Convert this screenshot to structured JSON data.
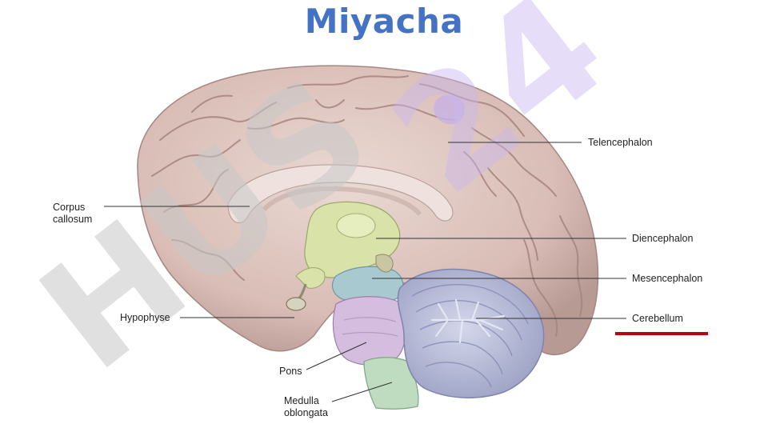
{
  "title": "Miyacha",
  "watermark": "HUS 24",
  "labels": {
    "corpus_callosum": "Corpus\ncallosum",
    "hypophyse": "Hypophyse",
    "pons": "Pons",
    "medulla_oblongata": "Medulla\noblongata",
    "telencephalon": "Telencephalon",
    "diencephalon": "Diencephalon",
    "mesencephalon": "Mesencephalon",
    "cerebellum": "Cerebellum"
  },
  "colors": {
    "title": "#4472c4",
    "accent_bar": "#c0000a",
    "cortex": "#dcc3bd",
    "diencephalon": "#d9e2a9",
    "mesencephalon": "#a9c9d1",
    "pons": "#d5bddf",
    "medulla": "#bfdcc0",
    "cerebellum": "#b9bedb"
  }
}
